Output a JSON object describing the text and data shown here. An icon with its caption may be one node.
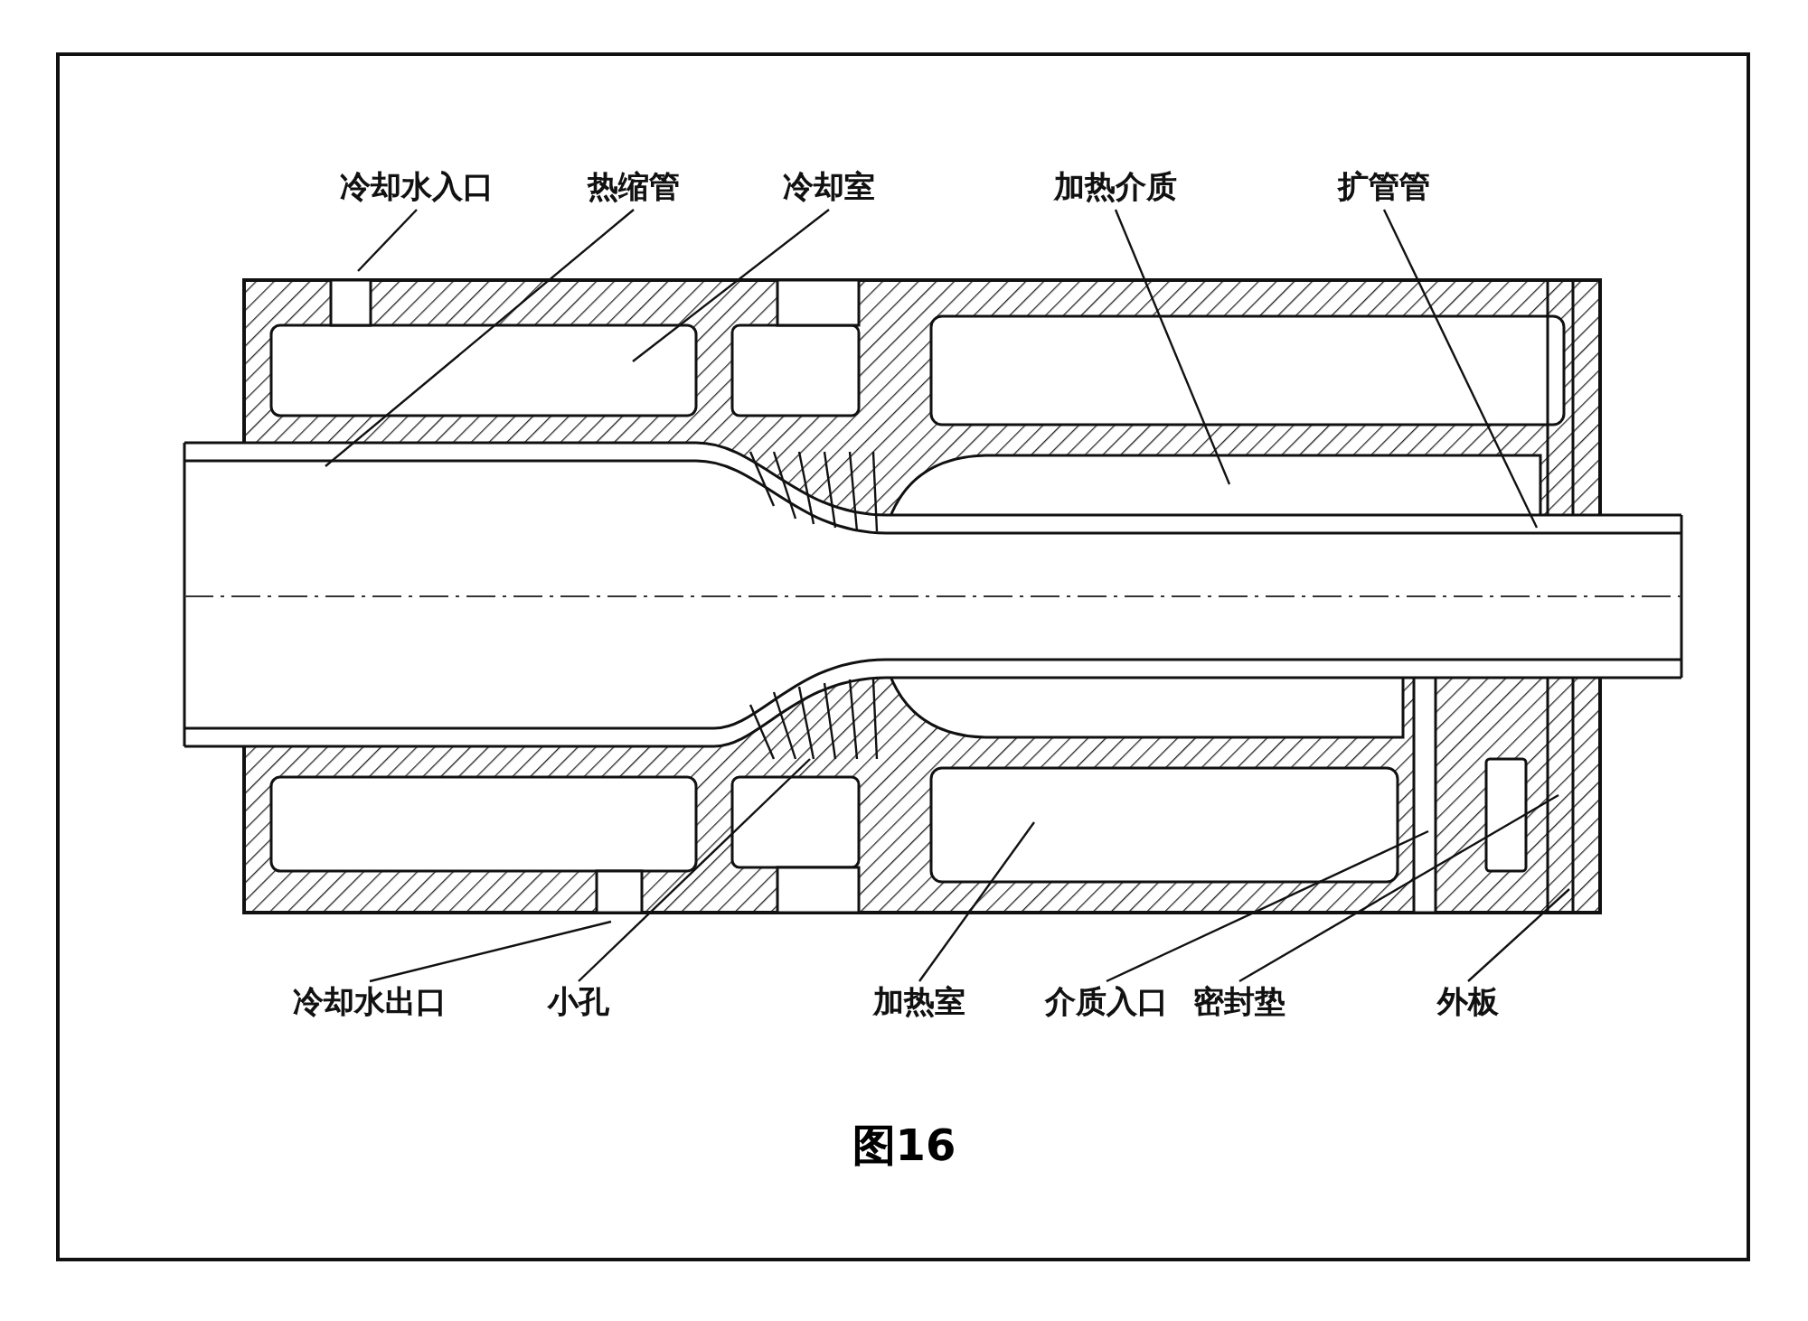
{
  "diagram": {
    "caption": "图16",
    "nodes": [
      {
        "text": [
          "冷却水入口"
        ]
      },
      {
        "text": [
          "热缩管"
        ]
      },
      {
        "text": [
          "冷却室"
        ]
      },
      {
        "text": [
          "加热介质"
        ]
      },
      {
        "text": [
          "扩管管"
        ]
      },
      {
        "text": [
          "冷却水出口"
        ]
      },
      {
        "text": [
          "小孔"
        ]
      },
      {
        "text": [
          "加热室"
        ]
      },
      {
        "text": [
          "介质入口"
        ]
      },
      {
        "text": [
          "密封垫"
        ]
      },
      {
        "text": [
          "外板"
        ]
      }
    ],
    "edges": [
      {
        "from": 0,
        "to": null,
        "arrow": "none"
      },
      {
        "from": 1,
        "to": null,
        "arrow": "none"
      },
      {
        "from": 2,
        "to": null,
        "arrow": "none"
      },
      {
        "from": 3,
        "to": null,
        "arrow": "none"
      },
      {
        "from": 4,
        "to": null,
        "arrow": "none"
      },
      {
        "from": 5,
        "to": null,
        "arrow": "none"
      },
      {
        "from": 6,
        "to": null,
        "arrow": "none"
      },
      {
        "from": 7,
        "to": null,
        "arrow": "none"
      },
      {
        "from": 8,
        "to": null,
        "arrow": "none"
      },
      {
        "from": 9,
        "to": null,
        "arrow": "none"
      },
      {
        "from": 10,
        "to": null,
        "arrow": "none"
      }
    ]
  }
}
